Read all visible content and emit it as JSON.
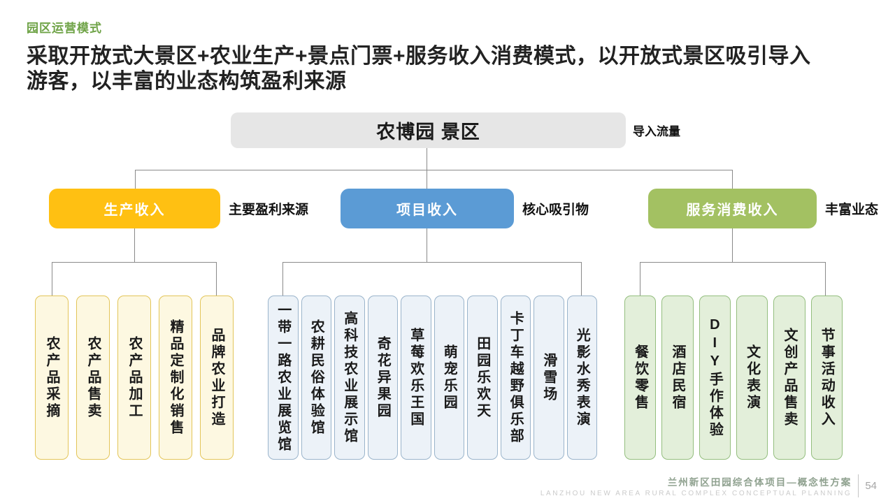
{
  "page": {
    "kicker": "园区运营模式",
    "title_line1": "采取开放式大景区+农业生产+景点门票+服务收入消费模式，以开放式景区吸引导入",
    "title_line2": "游客，以丰富的业态构筑盈利来源"
  },
  "diagram": {
    "root": {
      "label": "农博园 景区",
      "side_note": "导入流量"
    },
    "branches": [
      {
        "id": "production-income",
        "label": "生产收入",
        "note": "主要盈利来源",
        "color": "#FFC012",
        "fill": "#FDF8E1",
        "border": "#E3C558",
        "children": [
          "农产品采摘",
          "农产品售卖",
          "农产品加工",
          "精品定制化销售",
          "品牌农业打造"
        ]
      },
      {
        "id": "project-income",
        "label": "项目收入",
        "note": "核心吸引物",
        "color": "#5B9BD5",
        "fill": "#ECF2F8",
        "border": "#9AB4CB",
        "children": [
          "一带一路农业展览馆",
          "农耕民俗体验馆",
          "高科技农业展示馆",
          "奇花异果园",
          "草莓欢乐王国",
          "萌宠乐园",
          "田园乐欢天",
          "卡丁车越野俱乐部",
          "滑雪场",
          "光影水秀表演"
        ]
      },
      {
        "id": "service-consumption-income",
        "label": "服务消费收入",
        "note": "丰富业态",
        "color": "#A3C162",
        "fill": "#E3EFDA",
        "border": "#94BE7E",
        "children": [
          "餐饮零售",
          "酒店民宿",
          "DIY手作体验",
          "文化表演",
          "文创产品售卖",
          "节事活动收入"
        ]
      }
    ]
  },
  "footer": {
    "title_cn": "兰州新区田园综合体项目—概念性方案",
    "title_en": "LANZHOU NEW AREA RURAL COMPLEX CONCEPTUAL PLANNING",
    "page_number": "54"
  }
}
